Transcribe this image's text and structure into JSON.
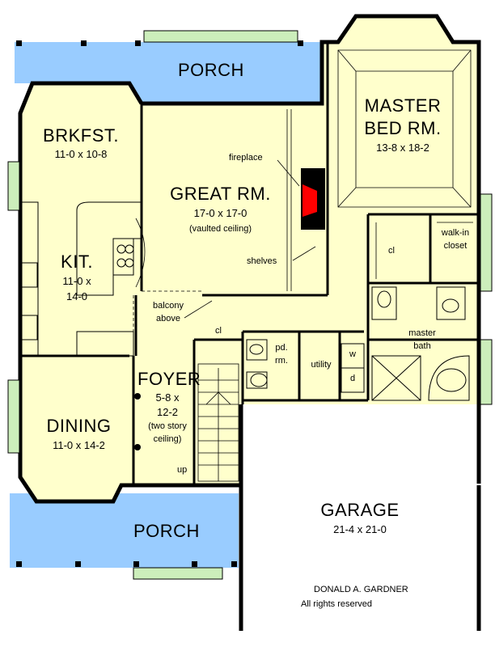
{
  "rooms": {
    "porch_top": {
      "name": "PORCH"
    },
    "porch_bottom": {
      "name": "PORCH"
    },
    "master": {
      "name_line1": "MASTER",
      "name_line2": "BED RM.",
      "dims": "13-8 x 18-2"
    },
    "brkfst": {
      "name": "BRKFST.",
      "dims": "11-0 x 10-8"
    },
    "great": {
      "name": "GREAT RM.",
      "dims": "17-0 x 17-0",
      "note": "(vaulted ceiling)"
    },
    "kit": {
      "name": "KIT.",
      "dims_line1": "11-0 x",
      "dims_line2": "14-0"
    },
    "foyer": {
      "name": "FOYER",
      "dims_line1": "5-8 x",
      "dims_line2": "12-2",
      "note_line1": "(two story",
      "note_line2": "ceiling)"
    },
    "dining": {
      "name": "DINING",
      "dims": "11-0 x 14-2"
    },
    "garage": {
      "name": "GARAGE",
      "dims": "21-4 x 21-0"
    },
    "walkin": {
      "line1": "walk-in",
      "line2": "closet"
    },
    "masterbath": {
      "line1": "master",
      "line2": "bath"
    },
    "pdrm": {
      "line1": "pd.",
      "line2": "rm."
    },
    "utility": {
      "name": "utility"
    }
  },
  "labels": {
    "fireplace": "fireplace",
    "shelves": "shelves",
    "balcony_line1": "balcony",
    "balcony_line2": "above",
    "cl_master": "cl",
    "cl_foyer": "cl",
    "washer": "w",
    "dryer": "d",
    "up": "up"
  },
  "copyright": {
    "line1": "DONALD A. GARDNER",
    "line2": "All rights reserved"
  },
  "colors": {
    "floor": "#FFFFCC",
    "porch": "#99CCFF",
    "wall": "#000000",
    "fireplace": "#FF0000",
    "window": "#CCEEBB",
    "garage": "#FFFFFF"
  }
}
